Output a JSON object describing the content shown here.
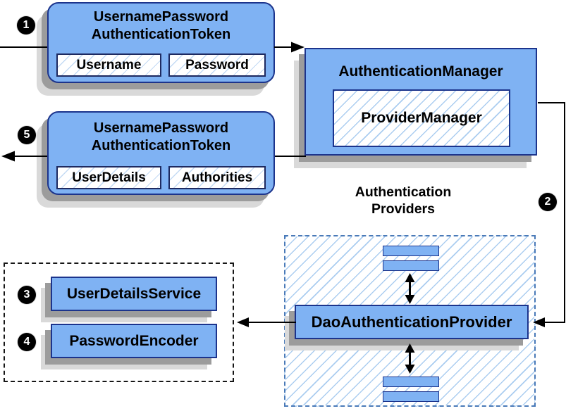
{
  "badges": [
    "1",
    "2",
    "3",
    "4",
    "5"
  ],
  "request_token": {
    "title_line1": "UsernamePassword",
    "title_line2": "AuthenticationToken",
    "fields": [
      "Username",
      "Password"
    ]
  },
  "response_token": {
    "title_line1": "UsernamePassword",
    "title_line2": "AuthenticationToken",
    "fields": [
      "UserDetails",
      "Authorities"
    ]
  },
  "authentication_manager": {
    "title": "AuthenticationManager",
    "inner": "ProviderManager"
  },
  "providers_group": {
    "label_line1": "Authentication",
    "label_line2": "Providers",
    "provider": "DaoAuthenticationProvider"
  },
  "services": [
    "UserDetailsService",
    "PasswordEncoder"
  ],
  "colors": {
    "box_fill": "#7fb2f3",
    "box_border": "#1c348c",
    "hatch_line": "#abcdf0",
    "providers_dashed_border": "#4a7ab8",
    "services_dashed_border": "#161616",
    "shadow": "#9c9c9c",
    "connector": "#000000",
    "badge_bg": "#000000",
    "badge_text": "#ffffff"
  }
}
